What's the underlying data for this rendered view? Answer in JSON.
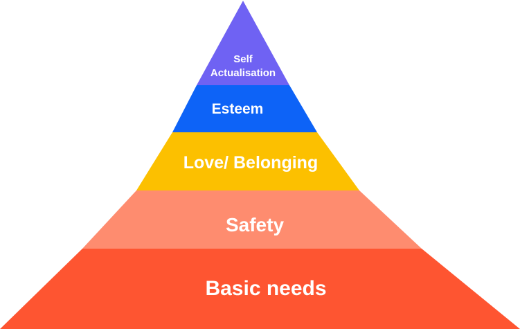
{
  "pyramid": {
    "levels": [
      {
        "id": "self-actualisation",
        "lines": [
          "Self",
          "Actualisation"
        ],
        "color": "#6f62f3"
      },
      {
        "id": "esteem",
        "lines": [
          "Esteem"
        ],
        "color": "#0d63f7"
      },
      {
        "id": "love-belonging",
        "lines": [
          "Love/ Belonging"
        ],
        "color": "#fcc000"
      },
      {
        "id": "safety",
        "lines": [
          "Safety"
        ],
        "color": "#fe8c6f"
      },
      {
        "id": "basic-needs",
        "lines": [
          "Basic needs"
        ],
        "color": "#fe5531"
      }
    ]
  }
}
